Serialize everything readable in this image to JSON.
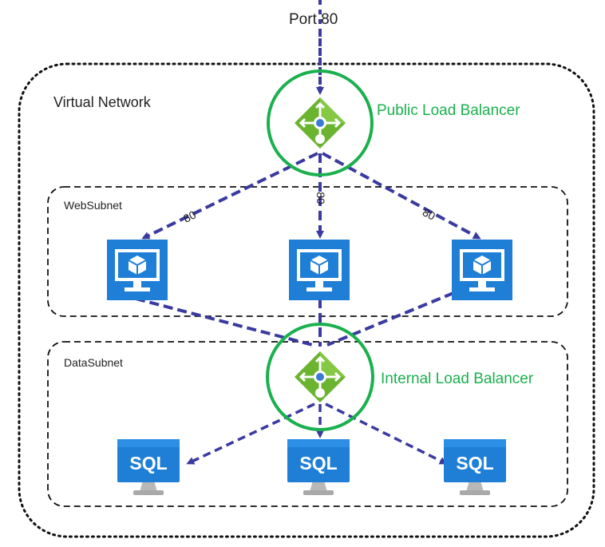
{
  "top_label": "Port 80",
  "vnet_label": "Virtual Network",
  "subnets": {
    "web": "WebSubnet",
    "data": "DataSubnet"
  },
  "load_balancers": {
    "public": "Public Load Balancer",
    "internal": "Internal Load Balancer"
  },
  "port_labels": [
    "80",
    "80",
    "80"
  ],
  "db_label": "SQL",
  "colors": {
    "flow_arrow": "#3a3aa0",
    "lb_ring": "#1bb04e",
    "lb_icon": "#6ab42f",
    "vm_tile": "#1f7fd6",
    "sql_tile": "#1f7fd6",
    "border": "#111111"
  },
  "icons": [
    "load-balancer-icon",
    "virtual-machine-icon",
    "sql-database-icon"
  ]
}
